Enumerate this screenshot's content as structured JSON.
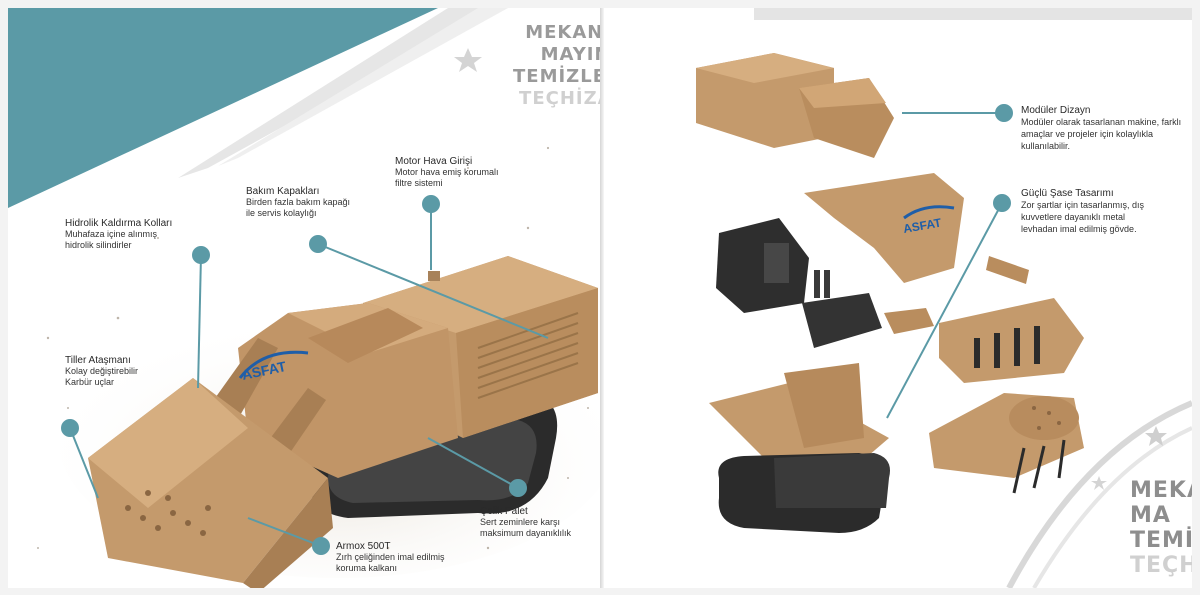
{
  "left_page": {
    "title_lines": [
      "MEKANIK",
      "MAYIN",
      "TEMİZLEME",
      "TEÇHİZATI"
    ],
    "brand_logo": "ASFAT",
    "callouts": [
      {
        "title": "Motor Hava Girişi",
        "lines": [
          "Motor hava emiş korumalı",
          "filtre sistemi"
        ]
      },
      {
        "title": "Bakım Kapakları",
        "lines": [
          "Birden fazla bakım kapağı",
          "ile servis kolaylığı"
        ]
      },
      {
        "title": "Hidrolik Kaldırma Kolları",
        "lines": [
          "Muhafaza içine alınmış",
          "hidrolik silindirler"
        ]
      },
      {
        "title": "Tiller Ataşmanı",
        "lines": [
          "Kolay değiştirebilir",
          "Karbür uçlar"
        ]
      },
      {
        "title": "Çelik Palet",
        "lines": [
          "Sert zeminlere karşı",
          "maksimum dayanıklılık"
        ]
      },
      {
        "title": "Armox 500T",
        "lines": [
          "Zırh çeliğinden imal edilmiş",
          "koruma kalkanı"
        ]
      }
    ]
  },
  "right_page": {
    "title_lines": [
      "MEKA",
      "MA",
      "TEMİZLE",
      "TEÇHİZ"
    ],
    "brand_logo": "ASFAT",
    "callouts": [
      {
        "title": "Modüler Dizayn",
        "lines": [
          "Modüler olarak tasarlanan makine, farklı",
          "amaçlar ve projeler için kolaylıkla",
          "kullanılabilir."
        ]
      },
      {
        "title": "Güçlü Şase Tasarımı",
        "lines": [
          "Zor şartlar için tasarlanmış, dış",
          "kuvvetlere dayanıklı metal",
          "levhadan imal edilmiş gövde."
        ]
      }
    ]
  },
  "colors": {
    "accent_teal": "#5b9aa6",
    "machine_tan": "#c49a6c",
    "machine_shadow": "#8a6642",
    "track_dark": "#2b2b2b",
    "logo_blue": "#1f5ea8"
  }
}
